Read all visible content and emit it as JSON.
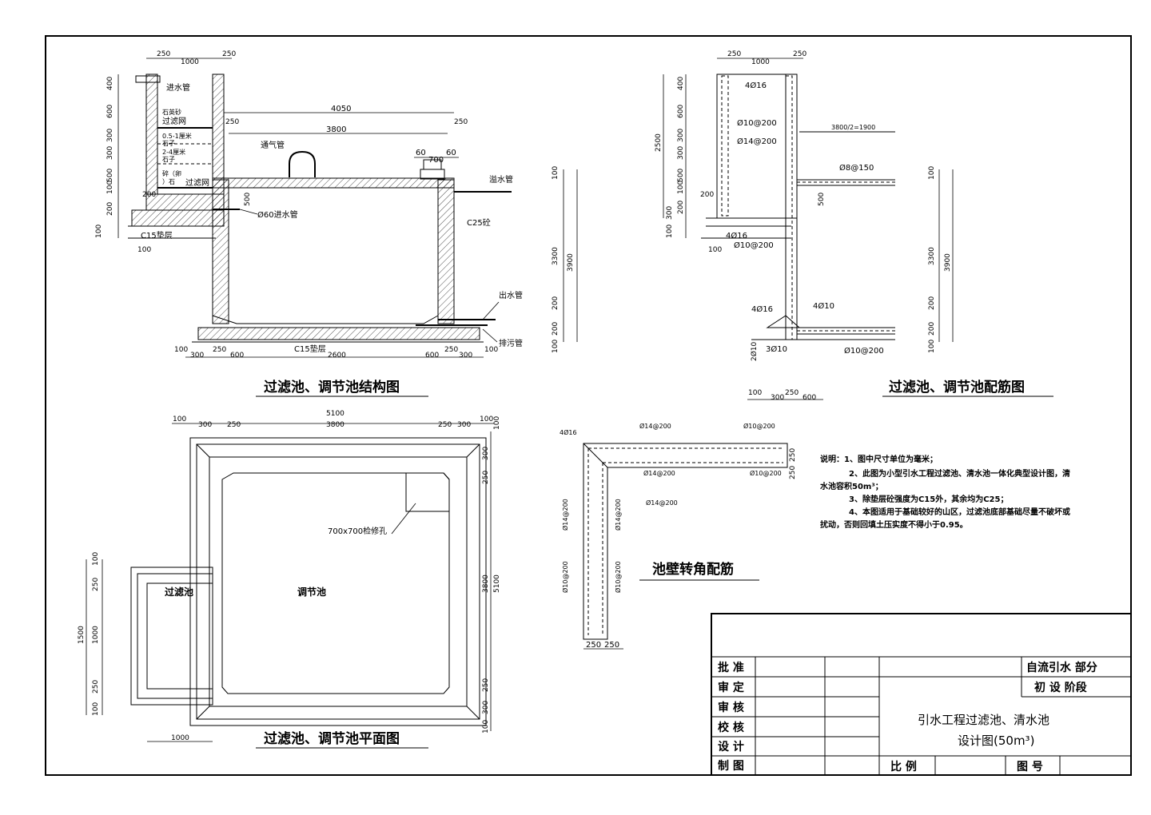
{
  "captions": {
    "structure": "过滤池、调节池结构图",
    "rebar": "过滤池、调节池配筋图",
    "plan": "过滤池、调节池平面图",
    "corner": "池壁转角配筋"
  },
  "structure_labels": {
    "inlet_pipe": "进水管",
    "layer1a": "石英砂",
    "layer1b": "过滤网",
    "layer2a": "0.5-1厘米",
    "layer2b": "石子",
    "layer3a": "2-4厘米",
    "layer3b": "石子",
    "layer4a": "碎（卵",
    "layer4b": "）石",
    "filter_net": "过滤网",
    "vent_pipe": "通气管",
    "overflow_pipe": "溢水管",
    "inlet60": "Ø60进水管",
    "c25": "C25砼",
    "c15_top": "C15垫层",
    "c15_bottom": "C15垫层",
    "outlet_pipe": "出水管",
    "drain_pipe": "排污管",
    "dims_top": [
      "250",
      "1000",
      "250"
    ],
    "dim_4050": "4050",
    "dim_3800": "3800",
    "dim_250b": "250",
    "dim_250c": "250",
    "dims_manhole": [
      "60",
      "700",
      "60"
    ],
    "dims_left": [
      "400",
      "600",
      "300",
      "300",
      "500",
      "100",
      "200",
      "100"
    ],
    "dim_200": "200",
    "dim_500": "500",
    "dim_100b": "100",
    "dims_right": [
      "100",
      "3300",
      "3900",
      "200",
      "200",
      "100"
    ],
    "dims_bottom": [
      "100",
      "300",
      "250",
      "600",
      "2600",
      "600",
      "250",
      "300",
      "100"
    ]
  },
  "rebar_labels": {
    "dims_top": [
      "250",
      "1000",
      "250"
    ],
    "r1": "4Ø16",
    "r2": "Ø10@200",
    "r3": "Ø14@200",
    "r4": "Ø8@150",
    "r5": "4Ø16",
    "r6": "Ø10@200",
    "r7": "4Ø16",
    "r8": "4Ø10",
    "r9": "3Ø10",
    "r10": "Ø10@200",
    "r11": "2Ø10",
    "frac": "3800/2=1900",
    "dims_left": [
      "2500",
      "400",
      "600",
      "300",
      "300",
      "500",
      "100",
      "200",
      "300",
      "100"
    ],
    "dim_200": "200",
    "dim_500": "500",
    "dim_100": "100",
    "dims_right": [
      "100",
      "3300",
      "3900",
      "200",
      "200",
      "100"
    ],
    "dims_bottom": [
      "100",
      "300",
      "250",
      "600"
    ]
  },
  "plan_labels": {
    "filter": "过滤池",
    "regulate": "调节池",
    "manhole": "700x700检修孔",
    "dims_top_total": "5100",
    "dims_top": [
      "100",
      "300",
      "250",
      "3800",
      "250",
      "300",
      "100"
    ],
    "dims_right": [
      "100",
      "300",
      "250",
      "3800",
      "5100",
      "250",
      "300",
      "100"
    ],
    "dims_left": [
      "100",
      "250",
      "1500",
      "1000",
      "250",
      "100"
    ],
    "dim_1000": "1000"
  },
  "corner_labels": {
    "a": "4Ø16",
    "b": "Ø14@200",
    "c": "Ø10@200",
    "d": "Ø14@200",
    "e": "Ø10@200",
    "f": "Ø14@200",
    "g": "Ø14@200",
    "h": "Ø14@200",
    "i": "Ø10@200",
    "j": "Ø10@200",
    "k": "250",
    "l": "250",
    "m": "250",
    "n": "250"
  },
  "notes": {
    "n1": "说明：1、图中尺寸单位为毫米；",
    "n2": "2、此图为小型引水工程过滤池、清水池一体化典型设计图，清",
    "n2b": "水池容积50m³；",
    "n3": "3、除垫层砼强度为C15外，其余均为C25；",
    "n4": "4、本图适用于基础较好的山区，过滤池底部基础尽量不破坏或",
    "n4b": "扰动，否则回填土压实度不得小于0.95。"
  },
  "titleblock": {
    "approve": "批 准",
    "review": "审 定",
    "check": "审 核",
    "proof": "校 核",
    "design": "设 计",
    "draw": "制 图",
    "part": "自流引水    部分",
    "stage": "初 设    阶段",
    "title1": "引水工程过滤池、清水池",
    "title2": "设计图(50m³)",
    "scale": "比 例",
    "dwgno": "图 号"
  }
}
